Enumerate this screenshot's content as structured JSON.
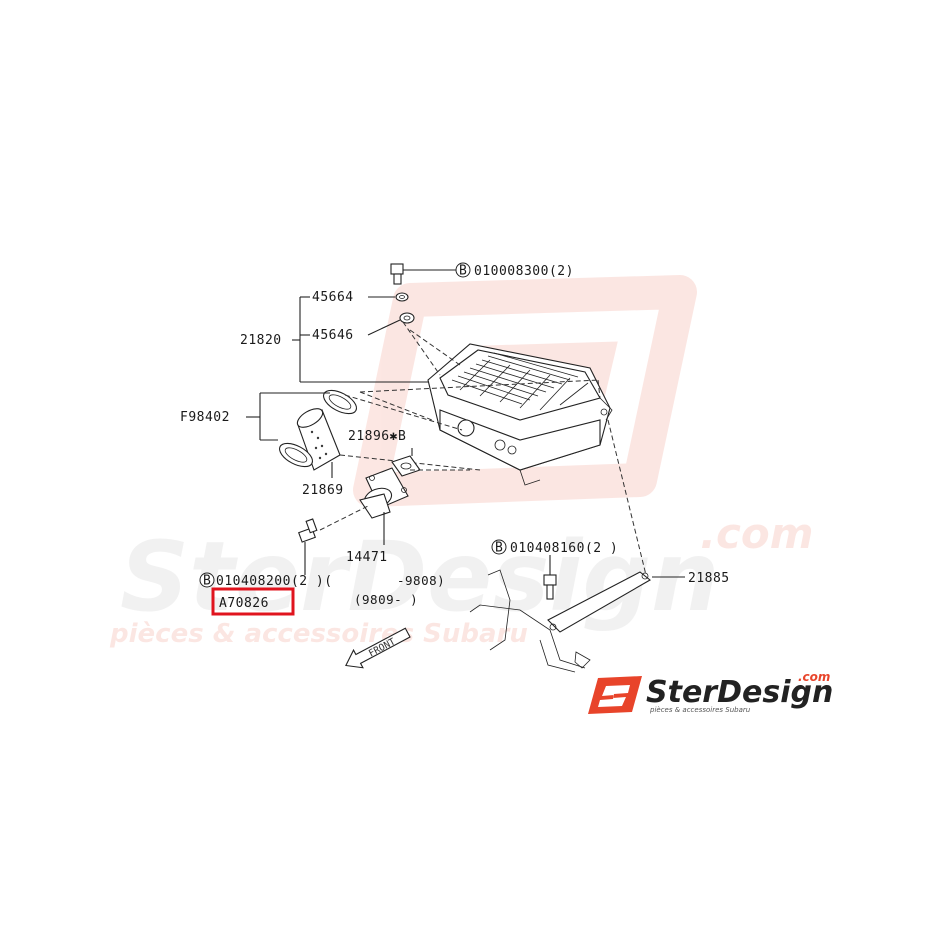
{
  "watermark": {
    "brand": "SterDesign",
    "domain": ".com",
    "tagline": "pièces & accessoires Subaru",
    "accent_color": "#e8442a"
  },
  "logo": {
    "mark": "SD",
    "brand": "SterDesign",
    "domain": ".com",
    "tagline": "pièces & accessoires Subaru",
    "accent_color": "#e8442a"
  },
  "labels": {
    "bolt_top": "010008300(2)",
    "p45664": "45664",
    "p45646": "45646",
    "p21820": "21820",
    "f98402": "F98402",
    "p21896": "21896✱B",
    "p21869": "21869",
    "p14471": "14471",
    "bolt_mid": "010408160(2 )",
    "p21885": "21885",
    "bolt_bottom": "010408200(2 )(",
    "range_1": "-9808)",
    "range_2": "(9809-      )",
    "figure_code": "A70826",
    "badge_letter": "B",
    "front_label": "FRONT"
  },
  "highlight_color": "#e0141e"
}
